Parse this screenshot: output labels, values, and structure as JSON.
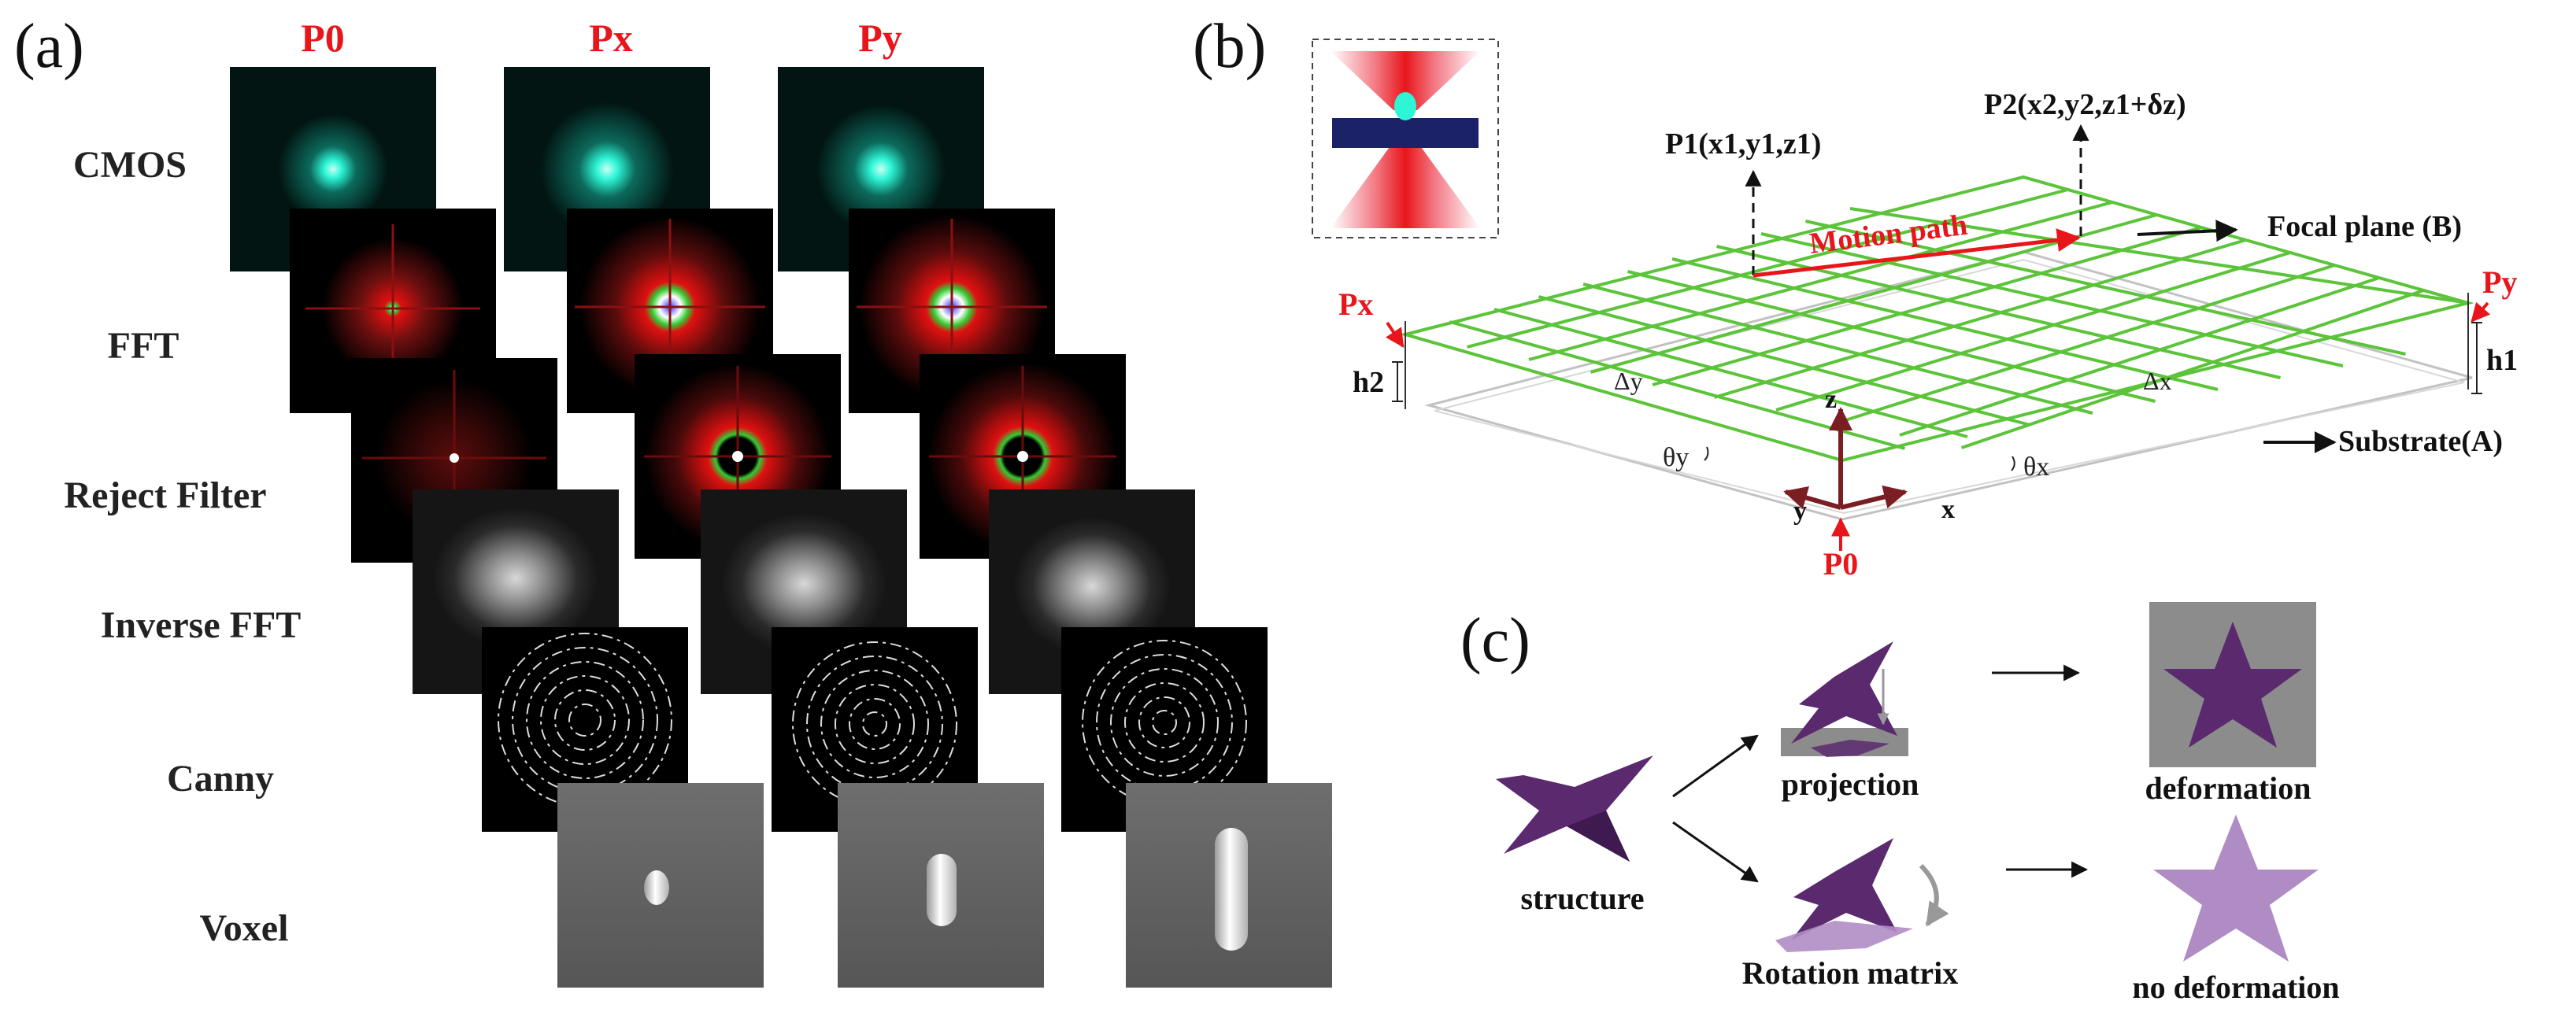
{
  "panel_a": {
    "label": "(a)",
    "columns": [
      "P0",
      "Px",
      "Py"
    ],
    "rows": [
      "CMOS",
      "FFT",
      "Reject Filter",
      "Inverse FFT",
      "Canny",
      "Voxel"
    ],
    "colors": {
      "column_header": "#e8161b",
      "cmos_spot": "#2ef5d6",
      "fft_red": "#e01010",
      "fft_green": "#33cc33"
    }
  },
  "panel_b": {
    "label": "(b)",
    "points": {
      "p1": "P1(x1,y1,z1)",
      "p2": "P2(x2,y2,z1+δz)"
    },
    "motion_path": "Motion path",
    "focal_plane": "Focal plane (B)",
    "substrate": "Substrate(A)",
    "px": "Px",
    "py": "Py",
    "p0": "P0",
    "h1": "h1",
    "h2": "h2",
    "delta_y": "Δy",
    "delta_x": "Δx",
    "theta_y": "θy",
    "theta_x": "θx",
    "axis_z": "z",
    "axis_x": "x",
    "axis_y": "y",
    "colors": {
      "grid": "#5cc43a",
      "marker": "#e8161b",
      "axis": "#7a1e24",
      "substrate": "#bbbbbb"
    }
  },
  "panel_c": {
    "label": "(c)",
    "structure": "structure",
    "projection": "projection",
    "rotation_matrix": "Rotation matrix",
    "deformation": "deformation",
    "no_deformation": "no deformation",
    "colors": {
      "star_dark": "#5b2a6e",
      "star_light": "#b08cc4",
      "box": "#8c8c8c"
    }
  }
}
